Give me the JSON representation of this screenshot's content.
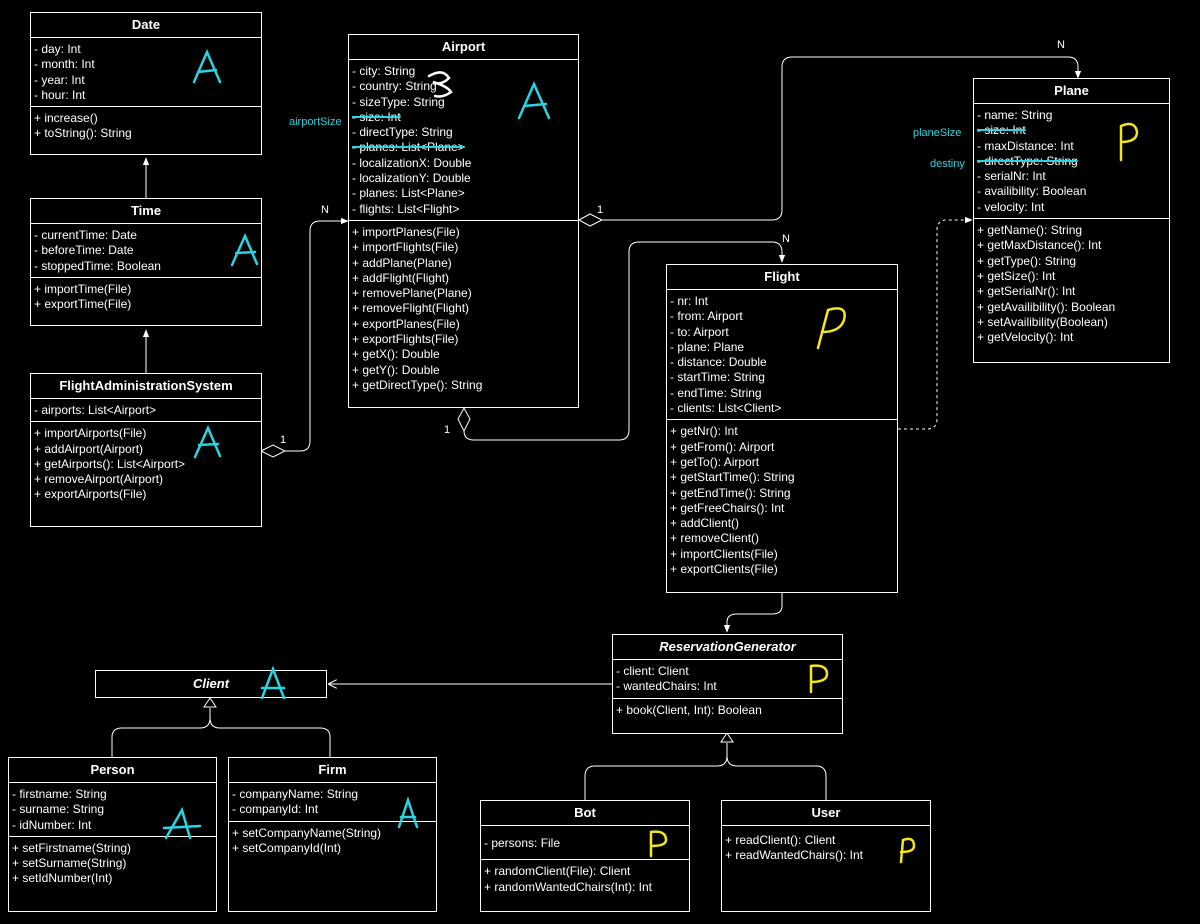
{
  "classes": {
    "date": {
      "title": "Date",
      "attributes": [
        "- day: Int",
        "- month: Int",
        "- year: Int",
        "- hour: Int"
      ],
      "methods": [
        "+ increase()",
        "+ toString(): String"
      ]
    },
    "time": {
      "title": "Time",
      "attributes": [
        "- currentTime: Date",
        "- beforeTime: Date",
        "- stoppedTime: Boolean"
      ],
      "methods": [
        "+ importTime(File)",
        "+ exportTime(File)"
      ]
    },
    "fas": {
      "title": "FlightAdministrationSystem",
      "attributes": [
        "- airports: List<Airport>"
      ],
      "methods": [
        "+ importAirports(File)",
        "+ addAirport(Airport)",
        "+ getAirports(): List<Airport>",
        "+ removeAirport(Airport)",
        "+ exportAirports(File)"
      ]
    },
    "airport": {
      "title": "Airport",
      "attributes": [
        "- city: String",
        "- country: String",
        "- sizeType: String",
        "- size: Int",
        "- directType: String",
        "- planes: List<Plane>",
        "- localizationX: Double",
        "- localizationY: Double",
        "- planes: List<Plane>",
        "- flights: List<Flight>"
      ],
      "methods": [
        "+ importPlanes(File)",
        "+ importFlights(File)",
        "+ addPlane(Plane)",
        "+ addFlight(Flight)",
        "+ removePlane(Plane)",
        "+ removeFlight(Flight)",
        "+ exportPlanes(File)",
        "+ exportFlights(File)",
        "+ getX(): Double",
        "+ getY(): Double",
        "+ getDirectType(): String"
      ]
    },
    "plane": {
      "title": "Plane",
      "attributes": [
        "- name: String",
        "- size: Int",
        "- maxDistance: Int",
        "- directType: String",
        "- serialNr: Int",
        "- availibility: Boolean",
        "- velocity: Int"
      ],
      "methods": [
        "+ getName(): String",
        "+ getMaxDistance(): Int",
        "+ getType(): String",
        "+ getSize(): Int",
        "+ getSerialNr(): Int",
        "+ getAvailibility(): Boolean",
        "+ setAvailibility(Boolean)",
        "+ getVelocity(): Int"
      ]
    },
    "flight": {
      "title": "Flight",
      "attributes": [
        "- nr: Int",
        "- from: Airport",
        "- to: Airport",
        "- plane: Plane",
        "- distance: Double",
        "- startTime: String",
        "- endTime: String",
        "- clients: List<Client>"
      ],
      "methods": [
        "+ getNr(): Int",
        "+ getFrom(): Airport",
        "+ getTo(): Airport",
        "+ getStartTime(): String",
        "+ getEndTime(): String",
        "+ getFreeChairs(): Int",
        "+ addClient()",
        "+ removeClient()",
        "+ importClients(File)",
        "+ exportClients(File)"
      ]
    },
    "reservation": {
      "title": "ReservationGenerator",
      "attributes": [
        "- client: Client",
        "- wantedChairs: Int"
      ],
      "methods": [
        "+ book(Client, Int): Boolean"
      ]
    },
    "client": {
      "title": "Client"
    },
    "person": {
      "title": "Person",
      "attributes": [
        "- firstname: String",
        "- surname: String",
        "- idNumber: Int"
      ],
      "methods": [
        "+ setFirstname(String)",
        "+ setSurname(String)",
        "+ setIdNumber(Int)"
      ]
    },
    "firm": {
      "title": "Firm",
      "attributes": [
        "- companyName: String",
        "- companyId: Int"
      ],
      "methods": [
        "+ setCompanyName(String)",
        "+ setCompanyId(Int)"
      ]
    },
    "bot": {
      "title": "Bot",
      "attributes": [
        "- persons: File"
      ],
      "methods": [
        "+ randomClient(File): Client",
        "+ randomWantedChairs(Int): Int"
      ]
    },
    "user": {
      "title": "User",
      "methods": [
        "+ readClient(): Client",
        "+ readWantedChairs(): Int"
      ]
    }
  },
  "multiplicities": {
    "fas_airport_one": "1",
    "fas_airport_many": "N",
    "airport_plane_one": "1",
    "airport_plane_many": "N",
    "airport_flight_one": "1",
    "airport_flight_many": "N"
  },
  "annotations": {
    "airport_size": "airportSize",
    "plane_size": "planeSize",
    "plane_destiny": "destiny"
  },
  "colors": {
    "background": "#000000",
    "line": "#ffffff",
    "handwriting_cyan": "#2ad4e0",
    "handwriting_yellow": "#f5e61a"
  }
}
